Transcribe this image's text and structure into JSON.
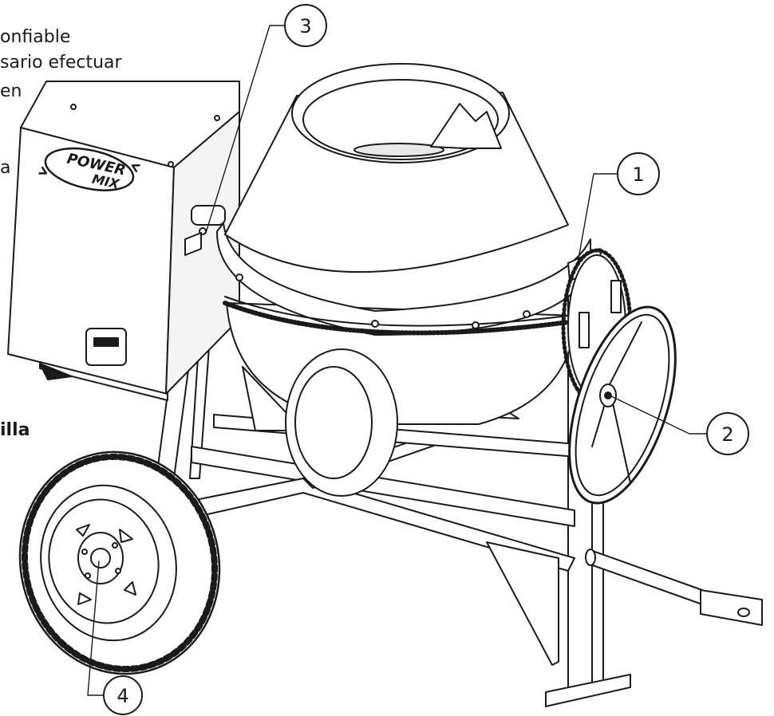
{
  "text_fragments": {
    "line1": "onfiable",
    "line2": "sario efectuar",
    "line3": "en",
    "line4": "a",
    "line5": "illa"
  },
  "logo": {
    "word1": "POWER",
    "word2": "MIX"
  },
  "callouts": [
    {
      "id": "1",
      "label": "1"
    },
    {
      "id": "2",
      "label": "2"
    },
    {
      "id": "3",
      "label": "3"
    },
    {
      "id": "4",
      "label": "4"
    }
  ],
  "colors": {
    "line": "#1a1a1a",
    "fill": "#ffffff",
    "shade": "#e9e9e9"
  },
  "icons": [
    "power-mix-logo"
  ]
}
